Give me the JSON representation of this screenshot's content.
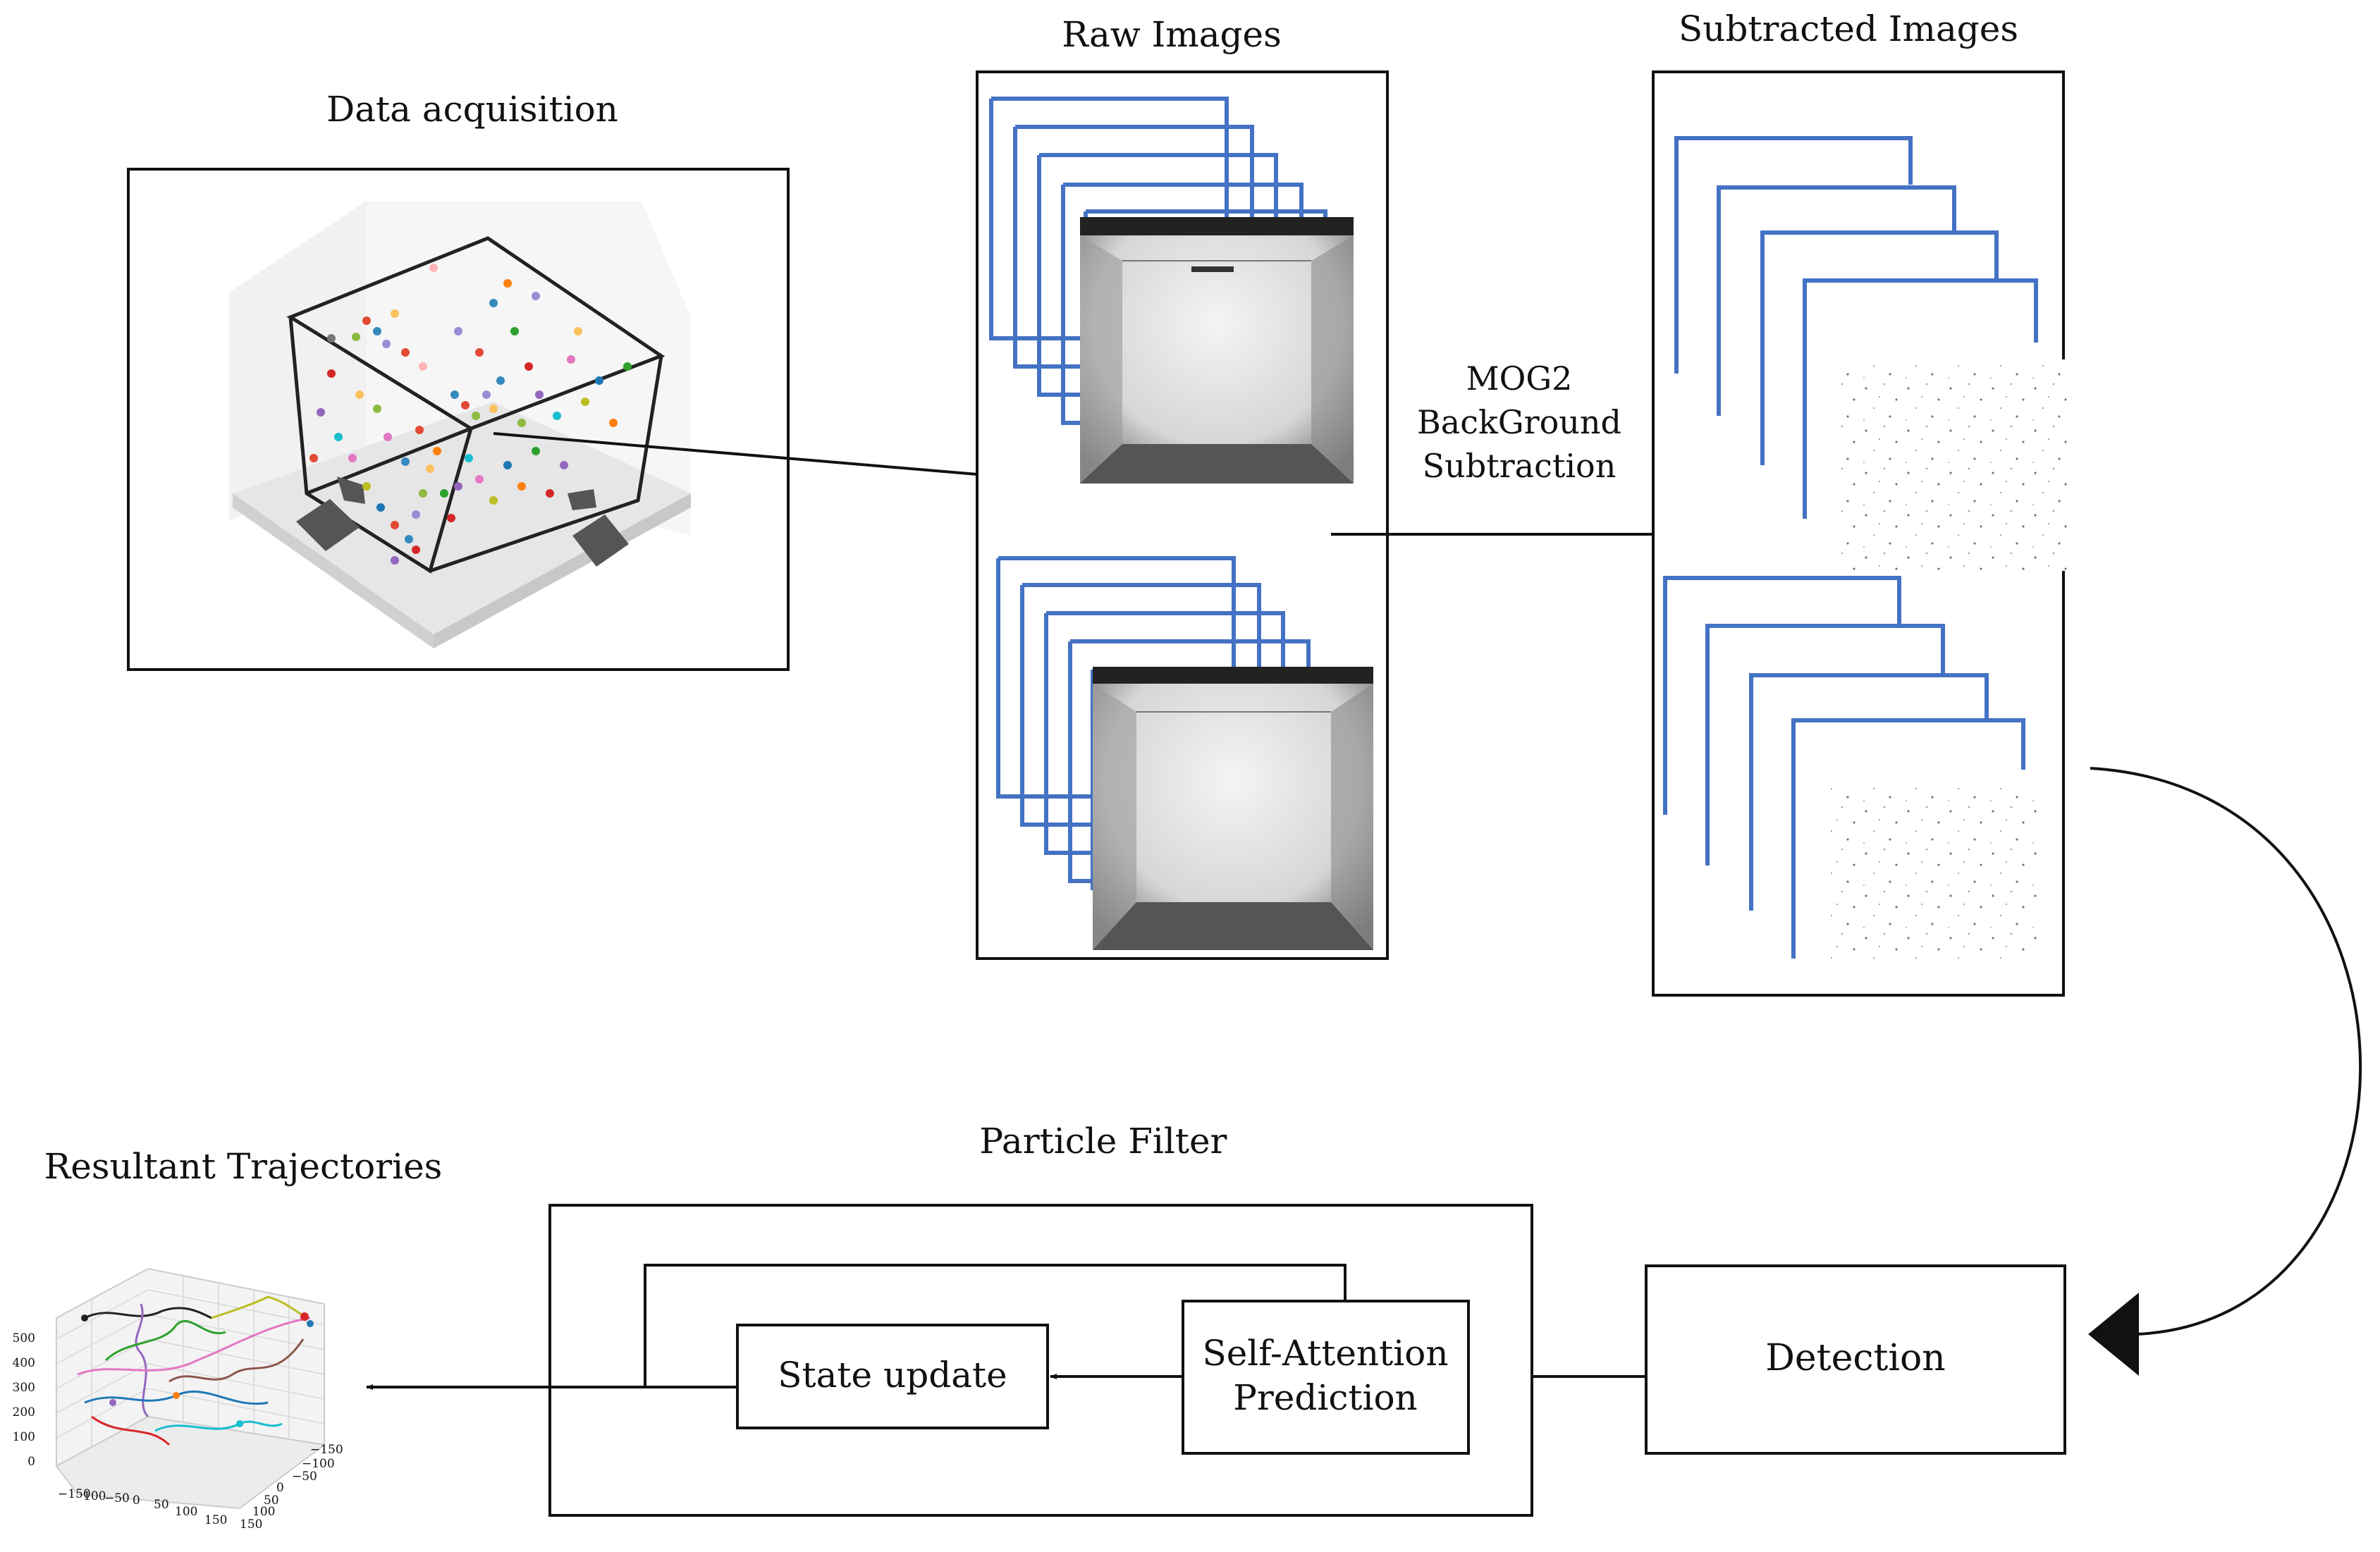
{
  "sections": {
    "data_acquisition": "Data acquisition",
    "raw_images": "Raw Images",
    "subtracted_images": "Subtracted Images",
    "mog2": [
      "MOG2",
      "BackGround",
      "Subtraction"
    ],
    "particle_filter": "Particle Filter",
    "resultant_trajectories": "Resultant Trajectories"
  },
  "boxes": {
    "detection": "Detection",
    "state_update": "State update",
    "self_attention": [
      "Self-Attention",
      "Prediction"
    ]
  },
  "trajectory_plot": {
    "z_ticks": [
      "500",
      "400",
      "300",
      "200",
      "100",
      "0"
    ],
    "x_ticks": [
      "−150",
      "100",
      "−50",
      "0",
      "50",
      "100",
      "150"
    ],
    "y_ticks": [
      "−150",
      "−100",
      "−50",
      "0",
      "50",
      "100",
      "150"
    ]
  },
  "colors": {
    "frame_blue": "#4472c4",
    "line": "#111111"
  }
}
